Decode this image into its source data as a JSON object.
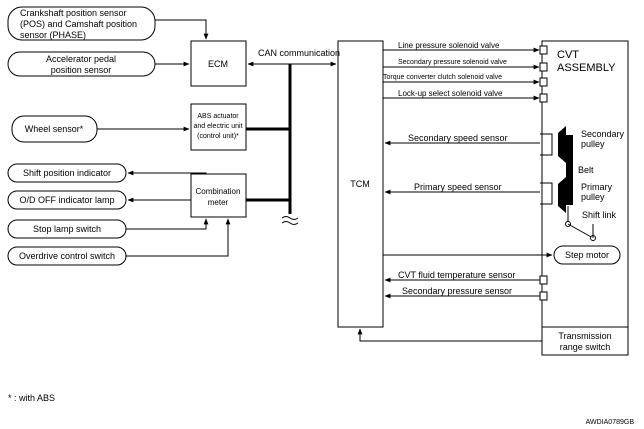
{
  "inputs": {
    "pos_sensor_l1": "Crankshaft position sensor",
    "pos_sensor_l2": "(POS) and Camshaft position",
    "pos_sensor_l3": "sensor (PHASE)",
    "accel_l1": "Accelerator pedal",
    "accel_l2": "position sensor",
    "wheel_sensor": "Wheel sensor*",
    "shift_position_indicator": "Shift position indicator",
    "od_off_lamp": "O/D OFF indicator lamp",
    "stop_lamp_switch": "Stop lamp switch",
    "overdrive_switch": "Overdrive control switch"
  },
  "units": {
    "ecm": "ECM",
    "abs_l1": "ABS actuator",
    "abs_l2": "and electric unit",
    "abs_l3": "(control unit)*",
    "combo_l1": "Combination",
    "combo_l2": "meter",
    "tcm": "TCM",
    "can": "CAN communication"
  },
  "signals": {
    "line_pressure": "Line pressure solenoid valve",
    "secondary_pressure_valve": "Secondary pressure solenoid valve",
    "torque_converter": "Torque converter clutch solenoid valve",
    "lockup_select": "Lock-up select solenoid valve",
    "secondary_speed": "Secondary speed sensor",
    "primary_speed": "Primary speed sensor",
    "cvt_fluid_temp": "CVT fluid temperature sensor",
    "secondary_pressure_sensor": "Secondary pressure sensor"
  },
  "cvt": {
    "assembly_l1": "CVT",
    "assembly_l2": "ASSEMBLY",
    "secondary_pulley_l1": "Secondary",
    "secondary_pulley_l2": "pulley",
    "belt": "Belt",
    "primary_pulley_l1": "Primary",
    "primary_pulley_l2": "pulley",
    "shift_link": "Shift link",
    "step_motor": "Step motor",
    "trs_l1": "Transmission",
    "trs_l2": "range switch"
  },
  "footnote": "* : with ABS",
  "figure_id": "AWDIA0789GB"
}
